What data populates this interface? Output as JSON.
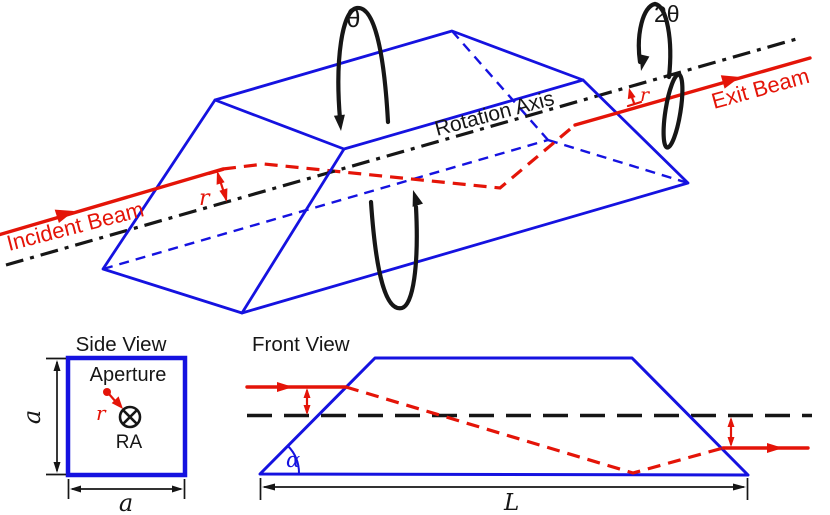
{
  "colors": {
    "prism-blue": "#1512e0",
    "beam-red": "#e41408",
    "ink": "#161616",
    "bg": "#ffffff"
  },
  "view3d": {
    "theta_label": "θ",
    "two_theta_label": "2θ",
    "rotation_axis_label": "Rotation Axis",
    "incident_beam_label": "Incident Beam",
    "exit_beam_label": "Exit Beam",
    "beam_offset_in_label": "r",
    "beam_offset_out_label": "r"
  },
  "side_view": {
    "title": "Side View",
    "aperture_label": "Aperture",
    "rotation_axis_abbrev": "RA",
    "offset_label": "r",
    "height_dim_label": "a",
    "width_dim_label": "a"
  },
  "front_view": {
    "title": "Front View",
    "base_angle_label": "α",
    "length_dim_label": "L"
  }
}
